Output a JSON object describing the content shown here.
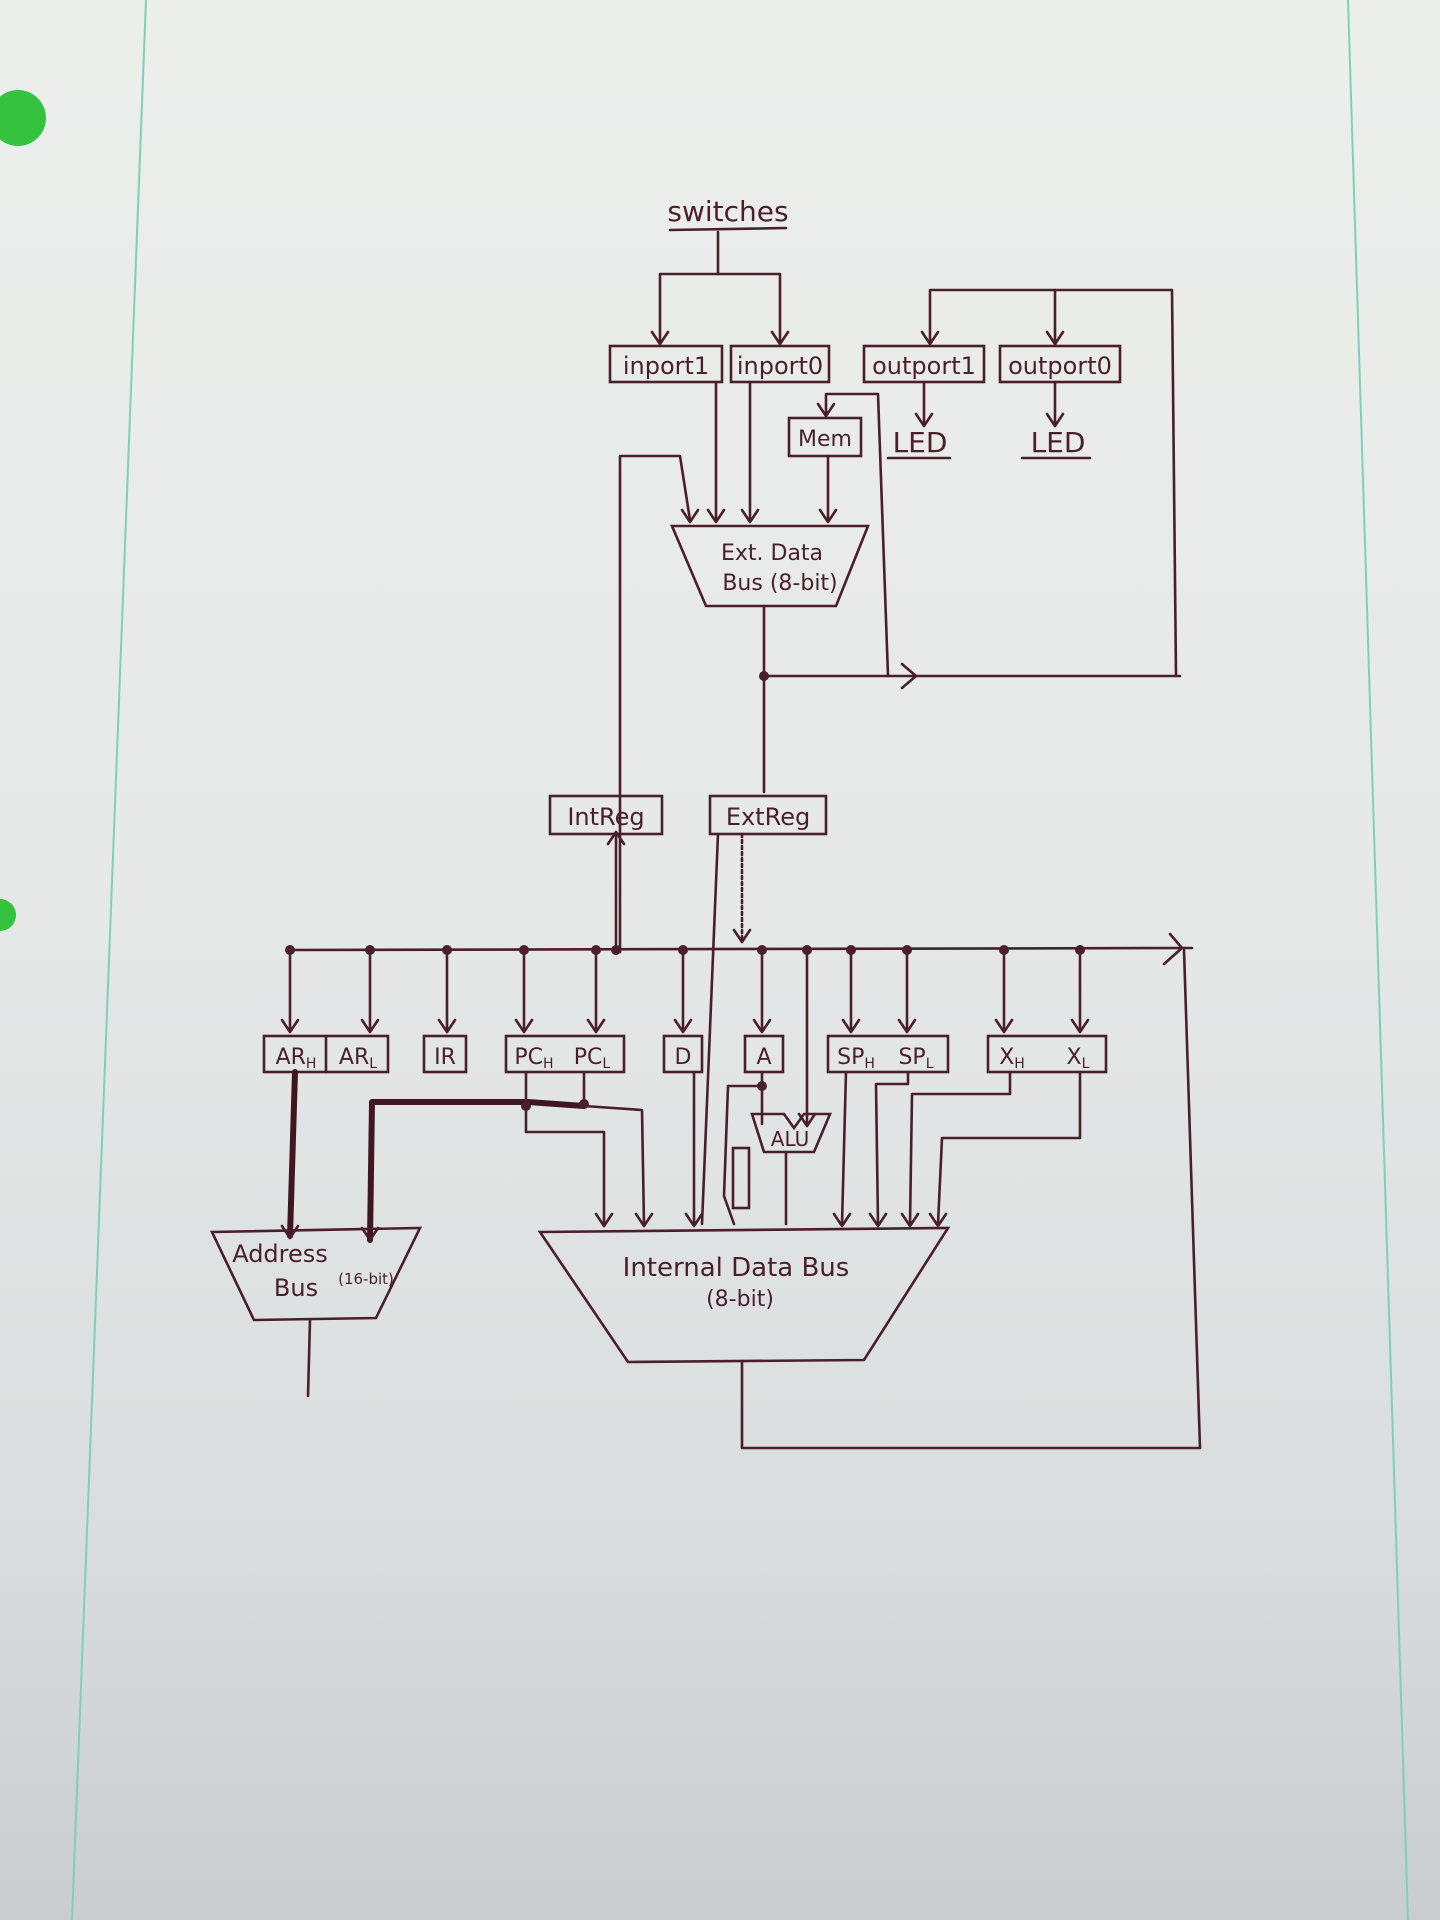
{
  "labels": {
    "switches": "switches",
    "inport1": "inport1",
    "inport0": "inport0",
    "outport1": "outport1",
    "outport0": "outport0",
    "mem": "Mem",
    "led1": "LED",
    "led0": "LED",
    "ext_bus_line1": "Ext. Data",
    "ext_bus_line2": "Bus (8-bit)",
    "intreg": "IntReg",
    "extreg": "ExtReg",
    "ar_h": "AR",
    "ar_h_sub": "H",
    "ar_l": "AR",
    "ar_l_sub": "L",
    "ir": "IR",
    "pc_h": "PC",
    "pc_h_sub": "H",
    "pc_l": "PC",
    "pc_l_sub": "L",
    "d": "D",
    "a": "A",
    "sp_h": "SP",
    "sp_h_sub": "H",
    "sp_l": "SP",
    "sp_l_sub": "L",
    "x_h": "X",
    "x_h_sub": "H",
    "x_l": "X",
    "x_l_sub": "L",
    "alu": "ALU",
    "addr_bus_line1": "Address",
    "addr_bus_line2": "Bus",
    "addr_bus_width": "(16-bit)",
    "int_bus_line1": "Internal Data Bus",
    "int_bus_line2": "(8-bit)"
  },
  "colors": {
    "ink": "#4a1f2c",
    "paper": "#e6e9e8",
    "margin_line": "#7fd0b8",
    "binder_dot": "#35c23f"
  }
}
